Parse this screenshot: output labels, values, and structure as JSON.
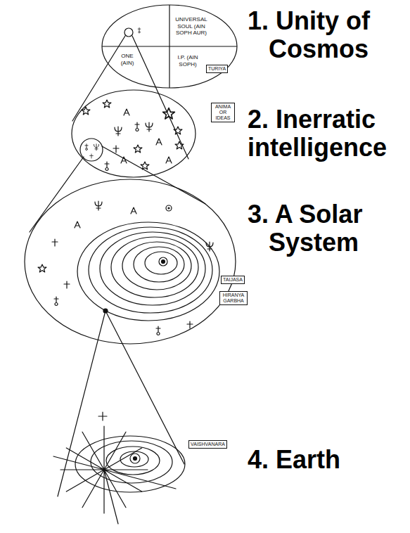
{
  "diagram": {
    "nodes": [
      {
        "text": [
          "UNIVERSAL SOUL (AIN SOPH AUR)",
          "ONE (AIN)",
          "I.P. (AIN SOPH)"
        ]
      },
      {
        "text": [
          "TURIYA"
        ]
      },
      {
        "text": [
          "ANIMA OR IDEAS"
        ]
      },
      {
        "text": [
          "TAIJASA"
        ]
      },
      {
        "text": [
          "HIRANYA GARBHA"
        ]
      },
      {
        "text": [
          "VAISHVANARA"
        ]
      }
    ],
    "labels": [
      "1. Unity of Cosmos",
      "2. Inerratic intelligence",
      "3. A Solar System",
      "4. Earth"
    ]
  }
}
